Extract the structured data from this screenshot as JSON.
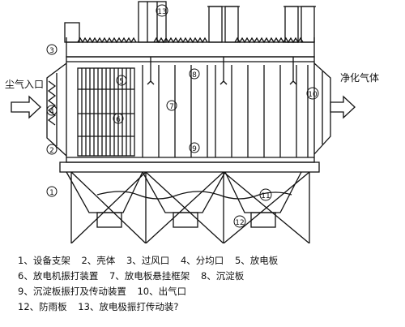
{
  "labels": {
    "dust_inlet": "尘气入口",
    "clean_gas": "净化气体"
  },
  "markers": [
    "1",
    "2",
    "3",
    "4",
    "5",
    "6",
    "7",
    "8",
    "9",
    "10",
    "11",
    "12",
    "13"
  ],
  "legend": [
    [
      "1、设备支架",
      "2、壳体",
      "3、过风口",
      "4、分均口",
      "5、放电板"
    ],
    [
      "6、放电机振打装置",
      "7、放电板悬挂框架",
      "8、沉淀板"
    ],
    [
      "9、沉淀板振打及传动装置",
      "10、出气口"
    ],
    [
      "12、防雨板",
      "13、放电极振打传动装?"
    ]
  ],
  "colors": {
    "line": "#111111",
    "background": "#ffffff"
  }
}
